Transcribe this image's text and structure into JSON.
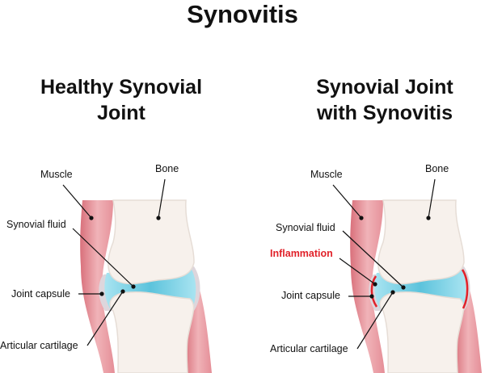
{
  "title": "Synovitis",
  "colors": {
    "muscle": "#e8a0a6",
    "bone": "#f7f1ec",
    "fluid": "#8fd8ea",
    "inflammation": "#e1222a"
  },
  "panels": [
    {
      "heading_line1": "Healthy Synovial",
      "heading_line2": "Joint",
      "labels": {
        "muscle": "Muscle",
        "bone": "Bone",
        "synovial_fluid": "Synovial fluid",
        "joint_capsule": "Joint capsule",
        "articular_cartilage": "Articular cartilage"
      }
    },
    {
      "heading_line1": "Synovial Joint",
      "heading_line2": "with Synovitis",
      "labels": {
        "muscle": "Muscle",
        "bone": "Bone",
        "synovial_fluid": "Synovial fluid",
        "inflammation": "Inflammation",
        "joint_capsule": "Joint capsule",
        "articular_cartilage": "Articular cartilage"
      }
    }
  ]
}
